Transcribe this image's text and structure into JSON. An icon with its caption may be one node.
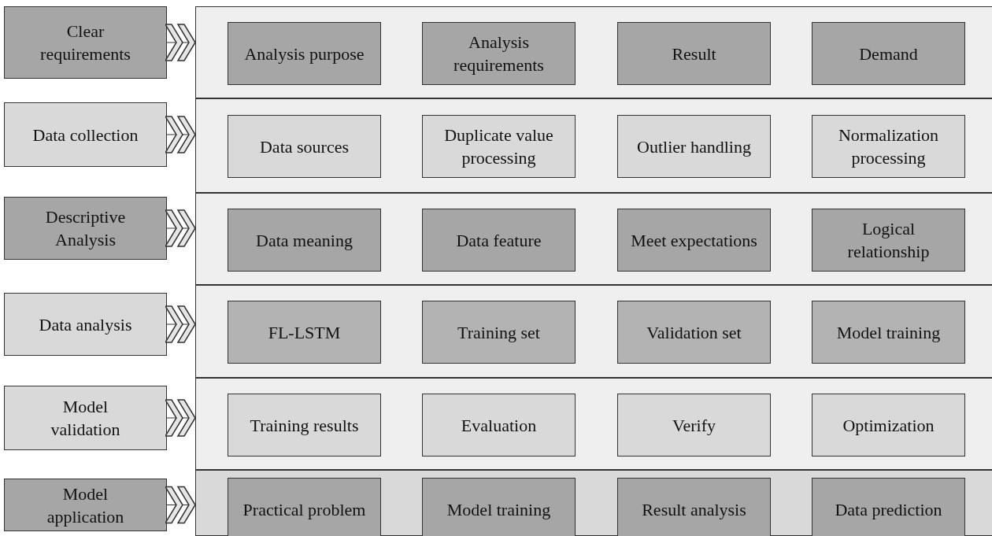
{
  "diagram": {
    "nodes": [
      {
        "text": [
          "Clear requirements"
        ]
      },
      {
        "text": [],
        "shape": "box"
      },
      {
        "text": [
          "Analysis purpose"
        ],
        "in": 1
      },
      {
        "text": [
          "Analysis requirements"
        ],
        "in": 1
      },
      {
        "text": [
          "Result"
        ],
        "in": 1
      },
      {
        "text": [
          "Demand"
        ],
        "in": 1
      },
      {
        "text": [
          "Data collection"
        ]
      },
      {
        "text": [],
        "shape": "box"
      },
      {
        "text": [
          "Data sources"
        ],
        "in": 7
      },
      {
        "text": [
          "Duplicate value processing"
        ],
        "in": 7
      },
      {
        "text": [
          "Outlier handling"
        ],
        "in": 7
      },
      {
        "text": [
          "Normalization processing"
        ],
        "in": 7
      },
      {
        "text": [
          "Descriptive Analysis"
        ]
      },
      {
        "text": [],
        "shape": "box"
      },
      {
        "text": [
          "Data meaning"
        ],
        "in": 13
      },
      {
        "text": [
          "Data feature"
        ],
        "in": 13
      },
      {
        "text": [
          "Meet expectations"
        ],
        "in": 13
      },
      {
        "text": [
          "Logical relationship"
        ],
        "in": 13
      },
      {
        "text": [
          "Data analysis"
        ]
      },
      {
        "text": [],
        "shape": "box"
      },
      {
        "text": [
          "FL-LSTM"
        ],
        "in": 19
      },
      {
        "text": [
          "Training set"
        ],
        "in": 19
      },
      {
        "text": [
          "Validation set"
        ],
        "in": 19
      },
      {
        "text": [
          "Model training"
        ],
        "in": 19
      },
      {
        "text": [
          "Model validation"
        ]
      },
      {
        "text": [],
        "shape": "box"
      },
      {
        "text": [
          "Training results"
        ],
        "in": 25
      },
      {
        "text": [
          "Evaluation"
        ],
        "in": 25
      },
      {
        "text": [
          "Verify"
        ],
        "in": 25
      },
      {
        "text": [
          "Optimization"
        ],
        "in": 25
      },
      {
        "text": [
          "Model application"
        ]
      },
      {
        "text": [],
        "shape": "box"
      },
      {
        "text": [
          "Practical problem"
        ],
        "in": 31
      },
      {
        "text": [
          "Model training"
        ],
        "in": 31
      },
      {
        "text": [
          "Result analysis"
        ],
        "in": 31
      },
      {
        "text": [
          "Data prediction"
        ],
        "in": 31
      }
    ],
    "edges": [
      {
        "from": 0,
        "to": 1,
        "arrow": "to"
      },
      {
        "from": 6,
        "to": 7,
        "arrow": "to"
      },
      {
        "from": 12,
        "to": 13,
        "arrow": "to"
      },
      {
        "from": 18,
        "to": 19,
        "arrow": "to"
      },
      {
        "from": 24,
        "to": 25,
        "arrow": "to"
      },
      {
        "from": 30,
        "to": 31,
        "arrow": "to"
      }
    ]
  }
}
